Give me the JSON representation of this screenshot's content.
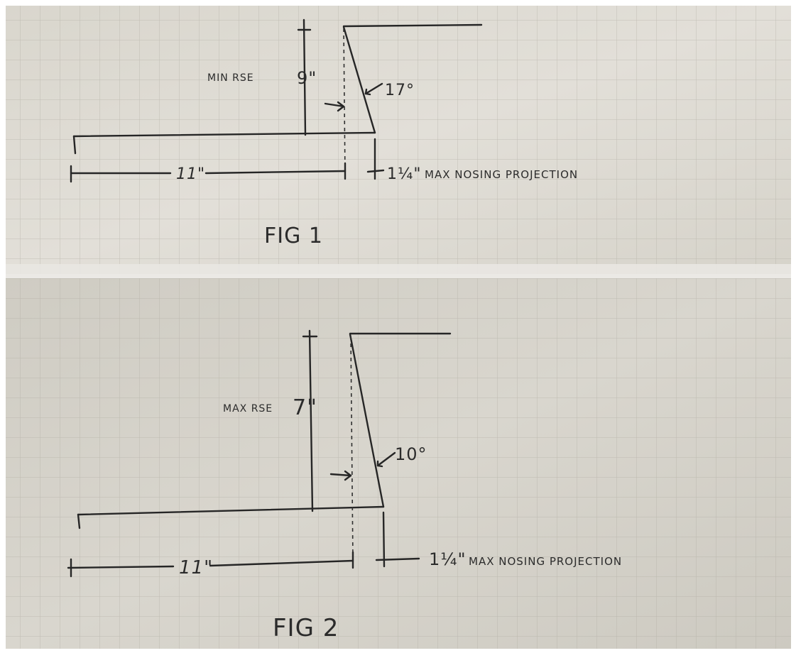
{
  "figures": [
    {
      "caption": "FIG 1",
      "rise_label": "MIN RSE",
      "rise_value": "9\"",
      "angle": "17°",
      "run_value": "11\"",
      "nosing_value": "1¼\"",
      "nosing_label": "MAX NOSING PROJECTION"
    },
    {
      "caption": "FIG 2",
      "rise_label": "MAX RSE",
      "rise_value": "7\"",
      "angle": "10°",
      "run_value": "11\"",
      "nosing_value": "1¼\"",
      "nosing_label": "MAX NOSING PROJECTION"
    }
  ],
  "colors": {
    "paper_top": "#dcd9d1",
    "paper_bottom": "#d4d1c9",
    "grid": "#b7b3aa",
    "ink": "#262626",
    "border": "#ffffff"
  }
}
